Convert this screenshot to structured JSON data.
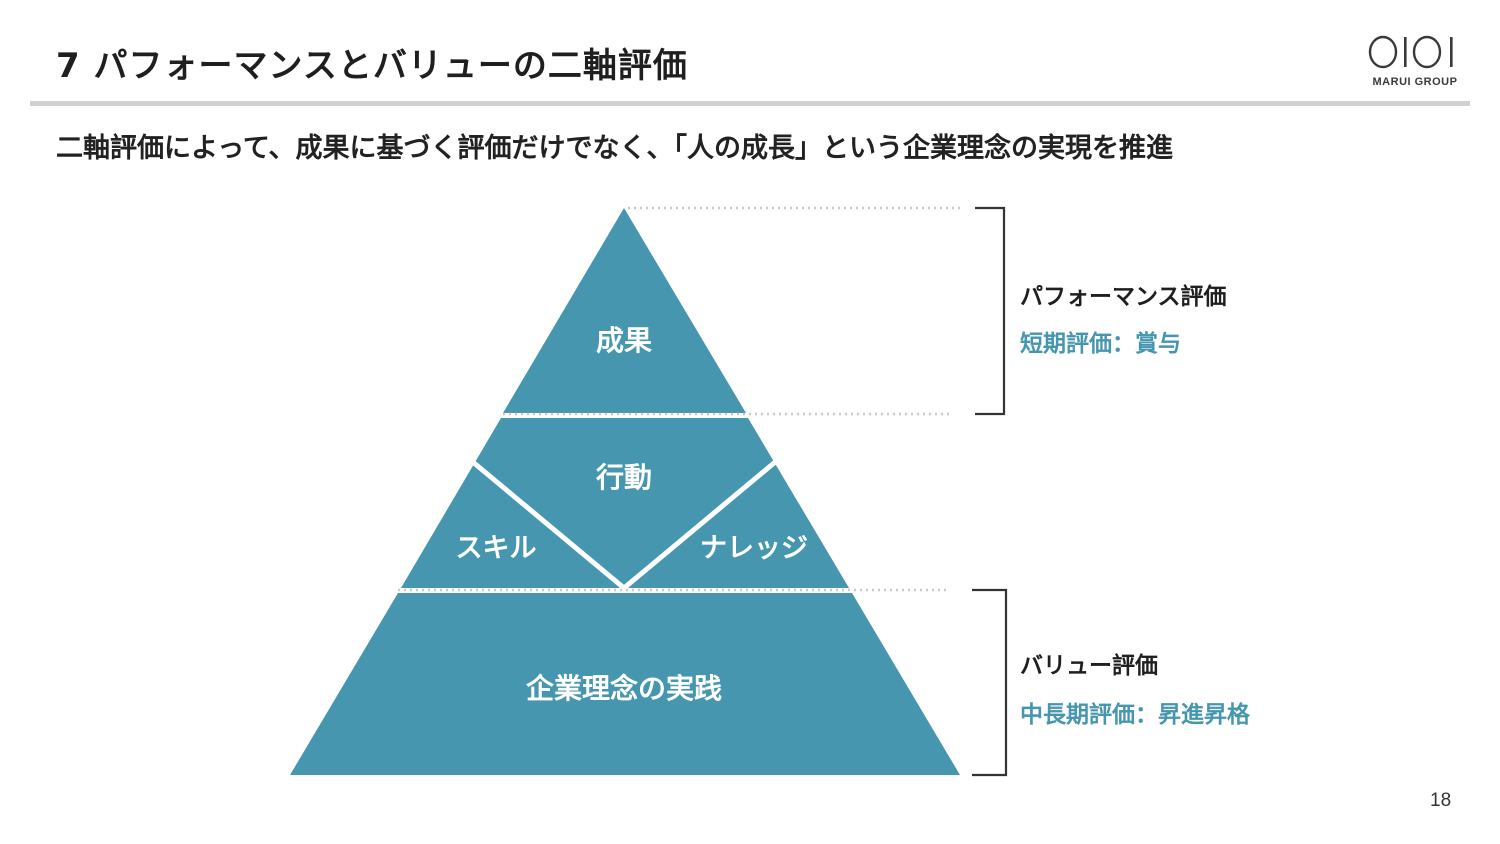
{
  "header": {
    "title": "7 パフォーマンスとバリューの二軸評価",
    "logo_text": "Marui Group"
  },
  "subtitle": "二軸評価によって、成果に基づく評価だけでなく、「人の成長」という企業理念の実現を推進",
  "pyramid": {
    "top": "成果",
    "middle": "行動",
    "left": "スキル",
    "right": "ナレッジ",
    "base": "企業理念の実践"
  },
  "performance": {
    "title": "パフォーマンス評価",
    "sub": "短期評価：賞与"
  },
  "value": {
    "title": "バリュー評価",
    "sub": "中長期評価：昇進昇格"
  },
  "page_number": "18",
  "colors": {
    "pyramid_fill": "#4596ae",
    "accent_text": "#4596ae",
    "divider": "#d0d0d0"
  }
}
